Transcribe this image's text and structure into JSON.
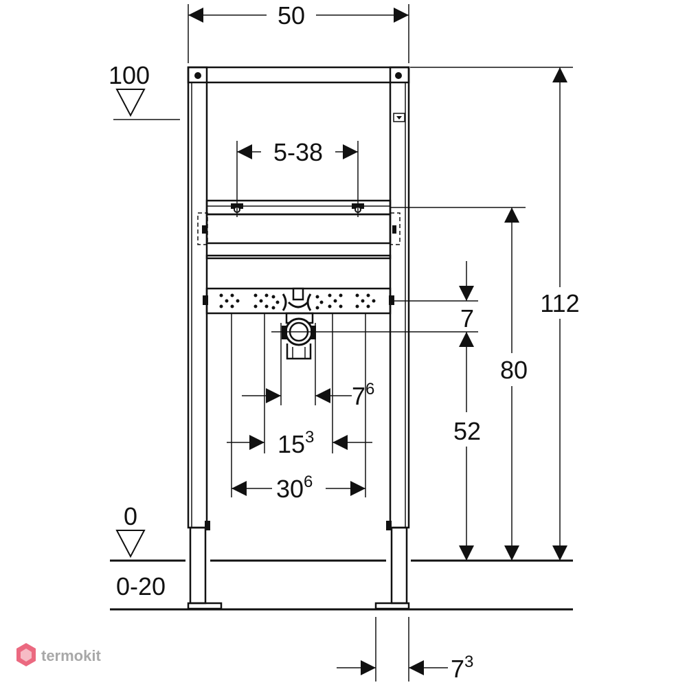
{
  "dimensions": {
    "top_width": "50",
    "total_height": "112",
    "crossbar_height": "80",
    "drain_height": "52",
    "drain_offset": "7",
    "adjust_range": "5-38",
    "pipe_spacing_inner": {
      "base": "15",
      "sup": "3"
    },
    "pipe_spacing_outer": {
      "base": "30",
      "sup": "6"
    },
    "side_offset": {
      "base": "7",
      "sup": "6"
    },
    "foot_width": {
      "base": "7",
      "sup": "3"
    }
  },
  "levels": {
    "upper_mark": "100",
    "floor_mark": "0",
    "floor_range": "0-20"
  },
  "watermark": {
    "text": "termokit",
    "logo_color": "#e8506a"
  }
}
